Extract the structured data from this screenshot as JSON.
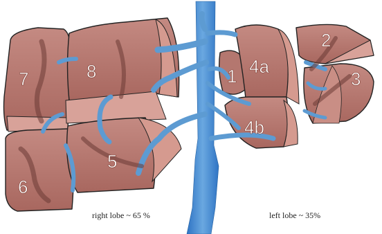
{
  "segments": {
    "s1": "1",
    "s2": "2",
    "s3": "3",
    "s4a": "4a",
    "s4b": "4b",
    "s5": "5",
    "s6": "6",
    "s7": "7",
    "s8": "8"
  },
  "captions": {
    "right_lobe": "right lobe ~ 65 %",
    "left_lobe": "left lobe ~ 35%"
  },
  "colors": {
    "liver_face": "#b87a72",
    "liver_dark": "#a5655d",
    "liver_light": "#d59a8f",
    "vessel": "#5d9bd2",
    "vessel_dark": "#2f74c4",
    "vessel_light": "#9cc6ea"
  }
}
